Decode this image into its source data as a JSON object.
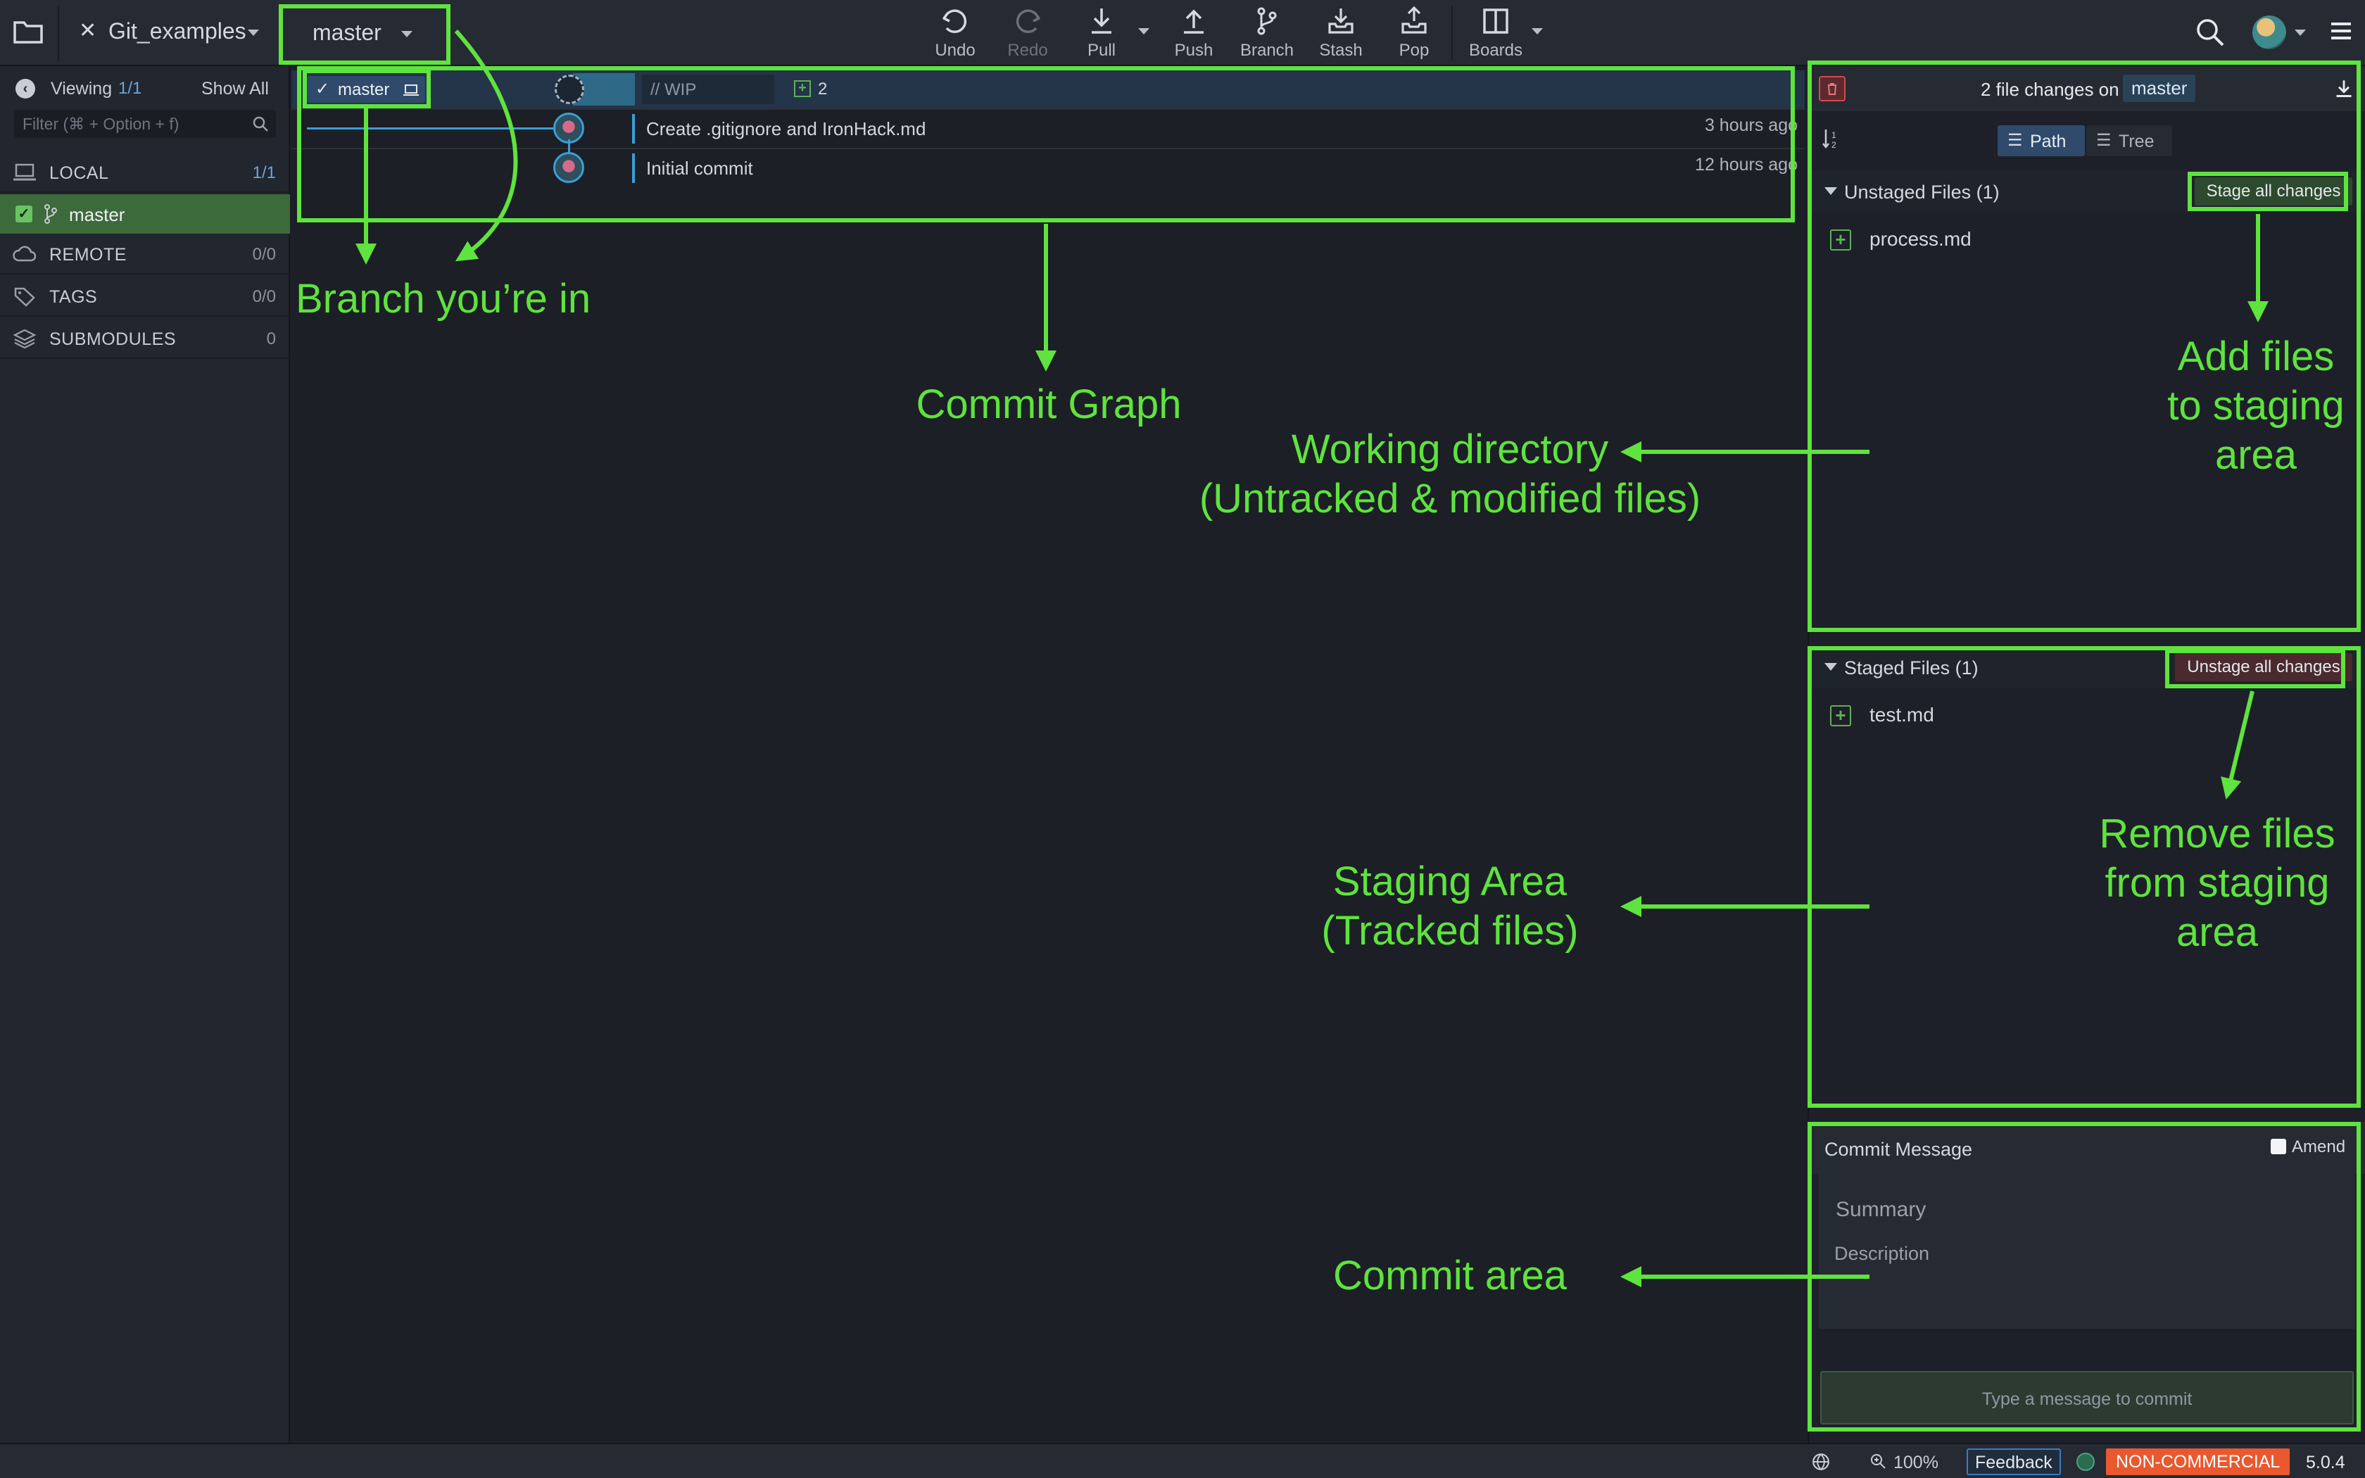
{
  "toolbar": {
    "repo_name": "Git_examples",
    "branch_name": "master",
    "undo": "Undo",
    "redo": "Redo",
    "pull": "Pull",
    "push": "Push",
    "branch": "Branch",
    "stash": "Stash",
    "pop": "Pop",
    "boards": "Boards"
  },
  "sidebar": {
    "viewing_label": "Viewing",
    "viewing_count": "1/1",
    "show_all": "Show All",
    "filter_placeholder": "Filter (⌘ + Option + f)",
    "sections": [
      {
        "label": "LOCAL",
        "count": "1/1"
      },
      {
        "label": "master"
      },
      {
        "label": "REMOTE",
        "count": "0/0"
      },
      {
        "label": "TAGS",
        "count": "0/0"
      },
      {
        "label": "SUBMODULES",
        "count": "0"
      }
    ]
  },
  "graph": {
    "branch_label": "master",
    "wip_label": "// WIP",
    "wip_count": "2",
    "commits": [
      {
        "message": "Create .gitignore and IronHack.md",
        "time": "3 hours ago"
      },
      {
        "message": "Initial commit",
        "time": "12 hours ago"
      }
    ]
  },
  "panel": {
    "header_text": "2 file changes on",
    "header_branch": "master",
    "view_path": "Path",
    "view_tree": "Tree",
    "unstaged_title": "Unstaged Files (1)",
    "stage_all": "Stage all changes",
    "unstaged_files": [
      "process.md"
    ],
    "staged_title": "Staged Files (1)",
    "unstage_all": "Unstage all changes",
    "staged_files": [
      "test.md"
    ],
    "commit_title": "Commit Message",
    "amend": "Amend",
    "summary_placeholder": "Summary",
    "description_placeholder": "Description",
    "commit_button": "Type a message to commit"
  },
  "status": {
    "zoom": "100%",
    "feedback": "Feedback",
    "license": "NON-COMMERCIAL",
    "version": "5.0.4"
  },
  "annotations": {
    "branch_in": "Branch you’re in",
    "commit_graph": "Commit Graph",
    "working_dir_1": "Working directory",
    "working_dir_2": "(Untracked  & modified files)",
    "add_files_1": "Add files",
    "add_files_2": "to staging",
    "add_files_3": "area",
    "staging_1": "Staging Area",
    "staging_2": "(Tracked files)",
    "remove_1": "Remove files",
    "remove_2": "from staging",
    "remove_3": "area",
    "commit_area": "Commit area"
  },
  "colors": {
    "annotation": "#5fe33e",
    "accent_blue": "#3a9fd5",
    "license_bg": "#e9582e"
  }
}
